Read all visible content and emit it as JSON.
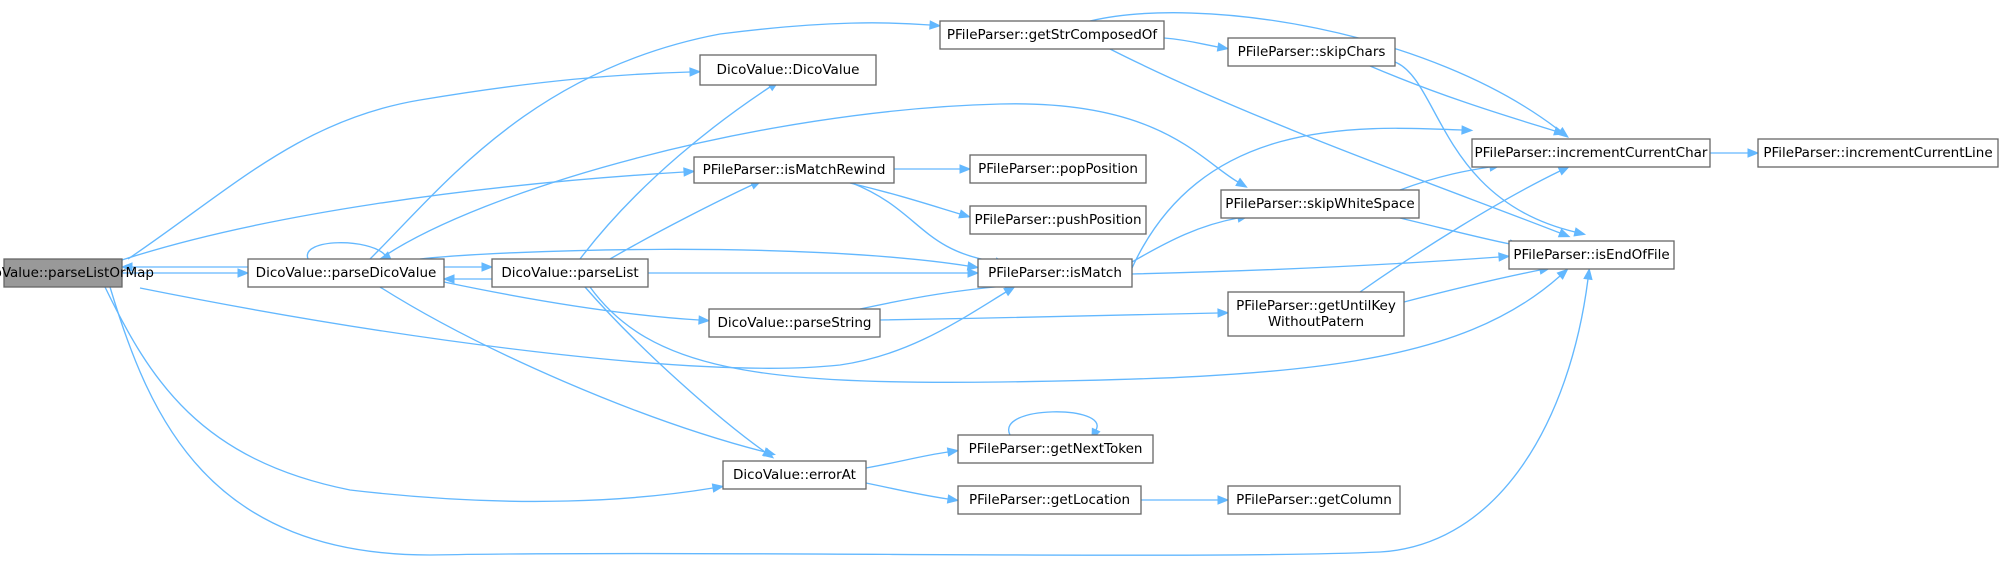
{
  "graph": {
    "nodes": [
      {
        "id": "parseListOrMap",
        "label": "DicoValue::parseListOrMap",
        "root": true
      },
      {
        "id": "parseDicoValue",
        "label": "DicoValue::parseDicoValue"
      },
      {
        "id": "parseList",
        "label": "DicoValue::parseList"
      },
      {
        "id": "DicoValueCtor",
        "label": "DicoValue::DicoValue"
      },
      {
        "id": "isMatchRewind",
        "label": "PFileParser::isMatchRewind"
      },
      {
        "id": "parseString",
        "label": "DicoValue::parseString"
      },
      {
        "id": "errorAt",
        "label": "DicoValue::errorAt"
      },
      {
        "id": "getStrComposedOf",
        "label": "PFileParser::getStrComposedOf"
      },
      {
        "id": "popPosition",
        "label": "PFileParser::popPosition"
      },
      {
        "id": "pushPosition",
        "label": "PFileParser::pushPosition"
      },
      {
        "id": "isMatch",
        "label": "PFileParser::isMatch"
      },
      {
        "id": "getNextToken",
        "label": "PFileParser::getNextToken"
      },
      {
        "id": "getLocation",
        "label": "PFileParser::getLocation"
      },
      {
        "id": "skipChars",
        "label": "PFileParser::skipChars"
      },
      {
        "id": "skipWhiteSpace",
        "label": "PFileParser::skipWhiteSpace"
      },
      {
        "id": "getUntilKey",
        "label": "PFileParser::getUntilKey\nWithoutPatern"
      },
      {
        "id": "getColumn",
        "label": "PFileParser::getColumn"
      },
      {
        "id": "incrementCurrentChar",
        "label": "PFileParser::incrementCurrentChar"
      },
      {
        "id": "isEndOfFile",
        "label": "PFileParser::isEndOfFile"
      },
      {
        "id": "incrementCurrentLine",
        "label": "PFileParser::incrementCurrentLine"
      }
    ],
    "edges": [
      {
        "from": "parseListOrMap",
        "to": "parseDicoValue"
      },
      {
        "from": "parseListOrMap",
        "to": "DicoValueCtor"
      },
      {
        "from": "parseListOrMap",
        "to": "isMatchRewind"
      },
      {
        "from": "parseListOrMap",
        "to": "isMatch"
      },
      {
        "from": "parseListOrMap",
        "to": "errorAt"
      },
      {
        "from": "parseListOrMap",
        "to": "isEndOfFile"
      },
      {
        "from": "parseDicoValue",
        "to": "parseListOrMap"
      },
      {
        "from": "parseDicoValue",
        "to": "parseDicoValue"
      },
      {
        "from": "parseDicoValue",
        "to": "parseList"
      },
      {
        "from": "parseDicoValue",
        "to": "getStrComposedOf"
      },
      {
        "from": "parseDicoValue",
        "to": "skipWhiteSpace"
      },
      {
        "from": "parseDicoValue",
        "to": "isMatch"
      },
      {
        "from": "parseDicoValue",
        "to": "parseString"
      },
      {
        "from": "parseDicoValue",
        "to": "errorAt"
      },
      {
        "from": "parseList",
        "to": "parseDicoValue"
      },
      {
        "from": "parseList",
        "to": "DicoValueCtor"
      },
      {
        "from": "parseList",
        "to": "isMatchRewind"
      },
      {
        "from": "parseList",
        "to": "isMatch"
      },
      {
        "from": "parseList",
        "to": "errorAt"
      },
      {
        "from": "parseList",
        "to": "isEndOfFile"
      },
      {
        "from": "isMatchRewind",
        "to": "popPosition"
      },
      {
        "from": "isMatchRewind",
        "to": "pushPosition"
      },
      {
        "from": "isMatchRewind",
        "to": "isMatch"
      },
      {
        "from": "parseString",
        "to": "isMatch"
      },
      {
        "from": "parseString",
        "to": "getUntilKey"
      },
      {
        "from": "errorAt",
        "to": "getNextToken"
      },
      {
        "from": "errorAt",
        "to": "getLocation"
      },
      {
        "from": "getNextToken",
        "to": "getNextToken"
      },
      {
        "from": "getLocation",
        "to": "getColumn"
      },
      {
        "from": "getStrComposedOf",
        "to": "skipChars"
      },
      {
        "from": "getStrComposedOf",
        "to": "incrementCurrentChar"
      },
      {
        "from": "getStrComposedOf",
        "to": "isEndOfFile"
      },
      {
        "from": "skipChars",
        "to": "incrementCurrentChar"
      },
      {
        "from": "skipChars",
        "to": "isEndOfFile"
      },
      {
        "from": "isMatch",
        "to": "incrementCurrentChar"
      },
      {
        "from": "isMatch",
        "to": "skipWhiteSpace"
      },
      {
        "from": "isMatch",
        "to": "isEndOfFile"
      },
      {
        "from": "skipWhiteSpace",
        "to": "incrementCurrentChar"
      },
      {
        "from": "skipWhiteSpace",
        "to": "isEndOfFile"
      },
      {
        "from": "getUntilKey",
        "to": "incrementCurrentChar"
      },
      {
        "from": "getUntilKey",
        "to": "isEndOfFile"
      },
      {
        "from": "incrementCurrentChar",
        "to": "incrementCurrentLine"
      }
    ]
  },
  "colors": {
    "edge": "#63b8ff",
    "root_fill": "#999999",
    "node_fill": "#ffffff",
    "node_border": "#666666"
  }
}
